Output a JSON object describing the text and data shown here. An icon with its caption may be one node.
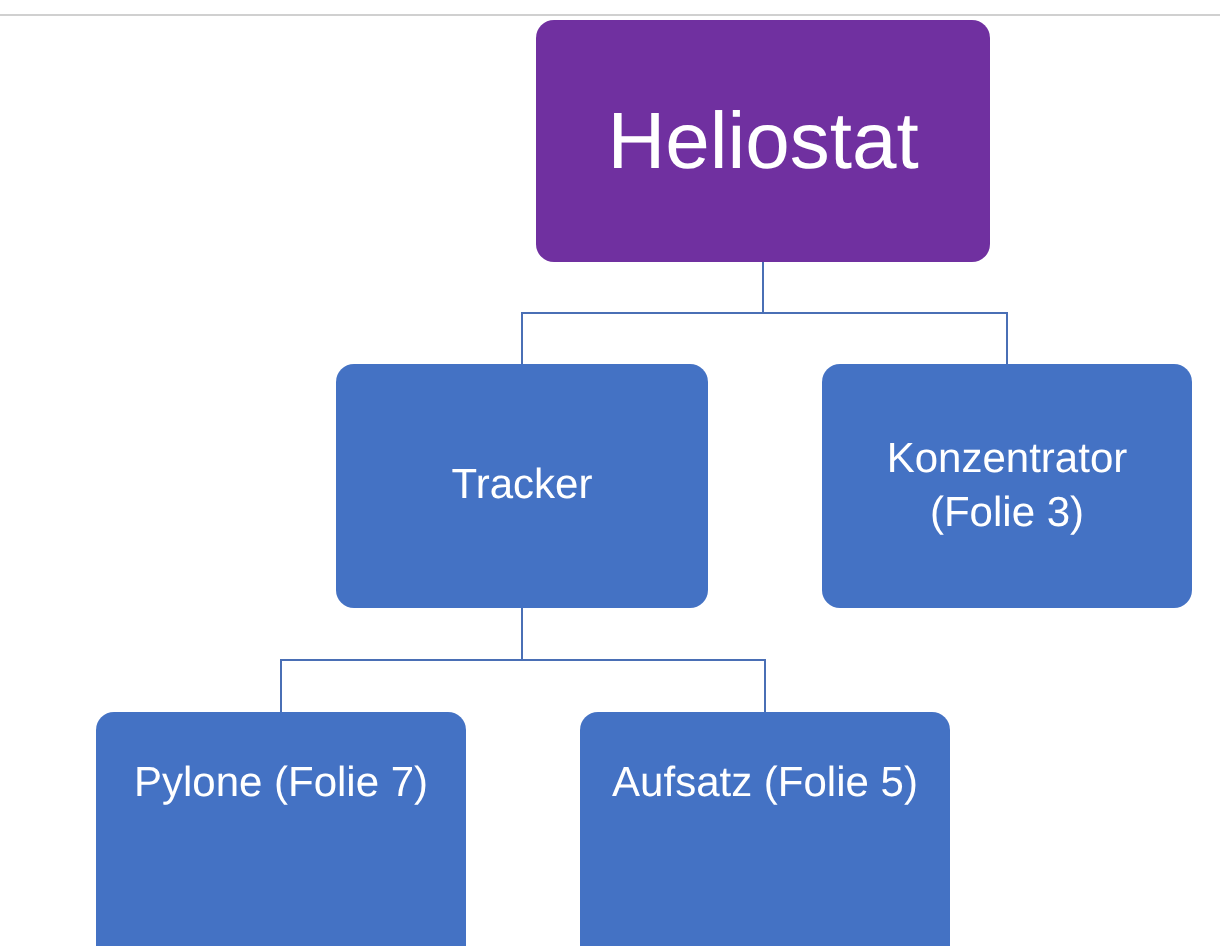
{
  "diagram": {
    "nodes": [
      {
        "text": [
          "Heliostat"
        ]
      },
      {
        "text": [
          "Tracker"
        ]
      },
      {
        "text": [
          "Konzentrator (Folie 3)"
        ]
      },
      {
        "text": [
          "Pylone (Folie 7)"
        ]
      },
      {
        "text": [
          "Aufsatz (Folie 5)"
        ]
      }
    ],
    "edges": [
      {
        "from": 0,
        "to": 1,
        "arrow": "none"
      },
      {
        "from": 0,
        "to": 2,
        "arrow": "none"
      },
      {
        "from": 1,
        "to": 3,
        "arrow": "none"
      },
      {
        "from": 1,
        "to": 4,
        "arrow": "none"
      }
    ]
  }
}
